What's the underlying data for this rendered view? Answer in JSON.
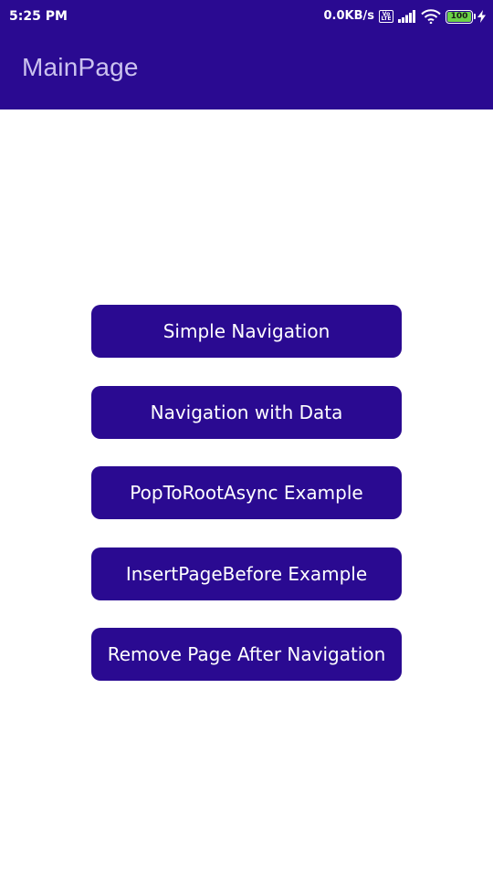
{
  "status_bar": {
    "time": "5:25 PM",
    "network_speed": "0.0KB/s",
    "volte_top": "Vo",
    "volte_bottom": "LTE",
    "battery_level": "100",
    "icons": [
      "volte-icon",
      "signal-icon",
      "wifi-icon",
      "battery-icon",
      "charging-bolt-icon"
    ]
  },
  "header": {
    "title": "MainPage"
  },
  "buttons": [
    {
      "label": "Simple Navigation"
    },
    {
      "label": "Navigation with Data"
    },
    {
      "label": "PopToRootAsync Example"
    },
    {
      "label": "InsertPageBefore Example"
    },
    {
      "label": "Remove Page After Navigation"
    }
  ],
  "colors": {
    "primary": "#2a0a91",
    "header_title": "#cbc2ef",
    "button_text": "#ffffff",
    "background": "#ffffff",
    "battery": "#6bd348"
  }
}
